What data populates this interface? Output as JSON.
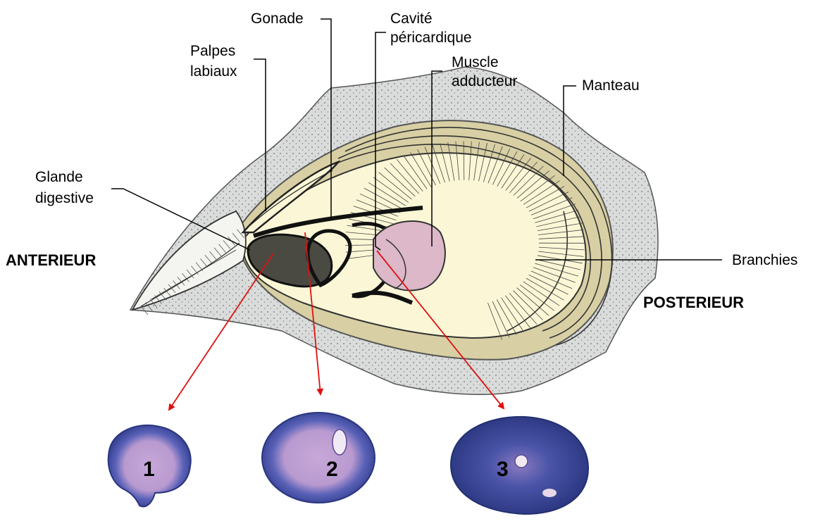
{
  "labels": {
    "gonade": "Gonade",
    "cavite_line1": "Cavité",
    "cavite_line2": "péricardique",
    "palpes_line1": "Palpes",
    "palpes_line2": "labiaux",
    "muscle_line1": "Muscle",
    "muscle_line2": "adducteur",
    "manteau": "Manteau",
    "glande_line1": "Glande",
    "glande_line2": "digestive",
    "branchies": "Branchies"
  },
  "orientation": {
    "anterior": "ANTERIEUR",
    "posterior": "POSTERIEUR"
  },
  "sections": [
    {
      "number": "1"
    },
    {
      "number": "2"
    },
    {
      "number": "3"
    }
  ],
  "colors": {
    "mantle_grey": "#d9dcda",
    "inner_mantle": "#d8d0a4",
    "body_cream": "#fbf7d6",
    "digestive_gland": "#4a4a42",
    "muscle_pink": "#dcb8c8",
    "arrow_red": "#e01010",
    "section_blue": "#3a4aa0",
    "section_pink": "#c8a8d8"
  }
}
